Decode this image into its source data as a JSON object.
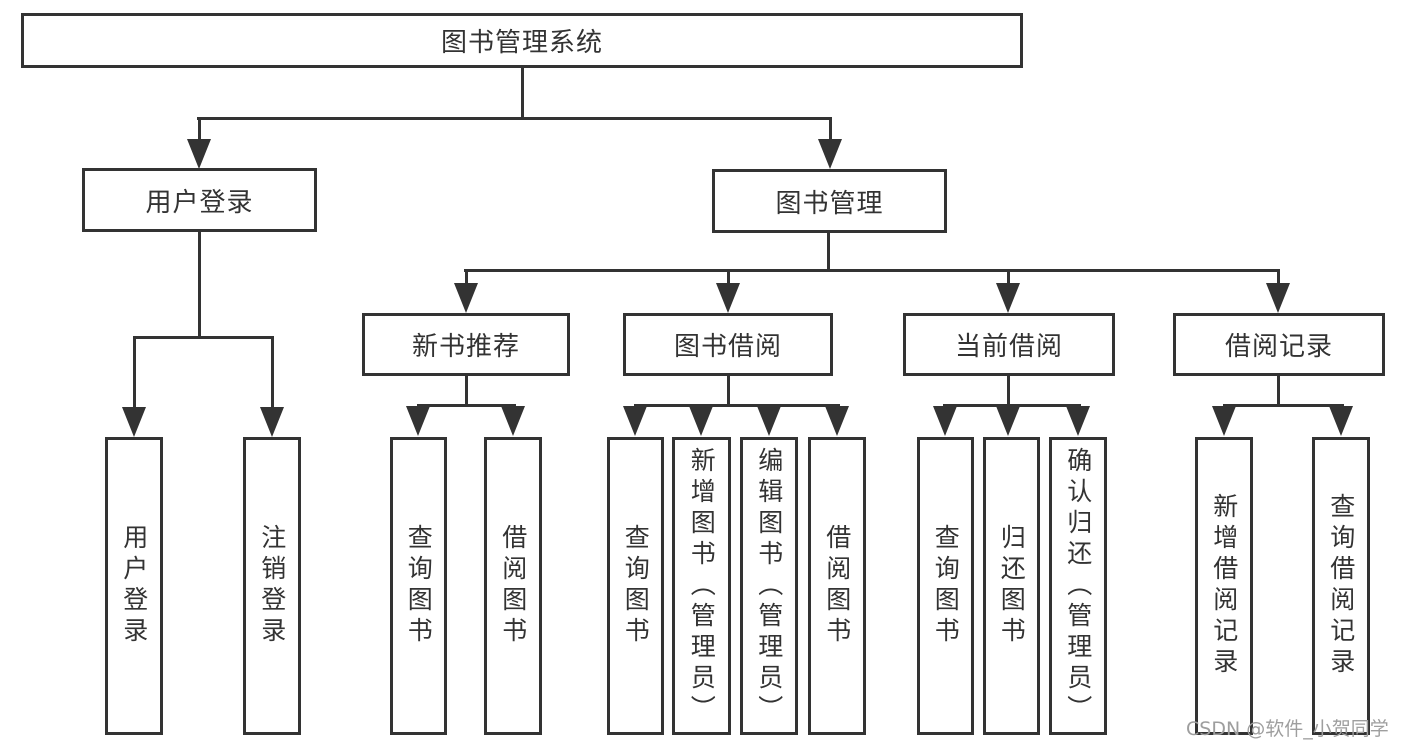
{
  "colors": {
    "line": "#333333",
    "box_background": "#ffffff",
    "text": "#333333",
    "watermark": "#9e9e9e"
  },
  "watermark": {
    "text": "CSDN @软件_小贺同学"
  },
  "tree": {
    "label": "图书管理系统",
    "children": [
      {
        "label": "用户登录",
        "children": [
          {
            "label": "用户登录"
          },
          {
            "label": "注销登录"
          }
        ]
      },
      {
        "label": "图书管理",
        "children": [
          {
            "label": "新书推荐",
            "children": [
              {
                "label": "查询图书"
              },
              {
                "label": "借阅图书"
              }
            ]
          },
          {
            "label": "图书借阅",
            "children": [
              {
                "label": "查询图书"
              },
              {
                "label": "新增图书（管理员）"
              },
              {
                "label": "编辑图书（管理员）"
              },
              {
                "label": "借阅图书"
              }
            ]
          },
          {
            "label": "当前借阅",
            "children": [
              {
                "label": "查询图书"
              },
              {
                "label": "归还图书"
              },
              {
                "label": "确认归还（管理员）"
              }
            ]
          },
          {
            "label": "借阅记录",
            "children": [
              {
                "label": "新增借阅记录"
              },
              {
                "label": "查询借阅记录"
              }
            ]
          }
        ]
      }
    ]
  }
}
